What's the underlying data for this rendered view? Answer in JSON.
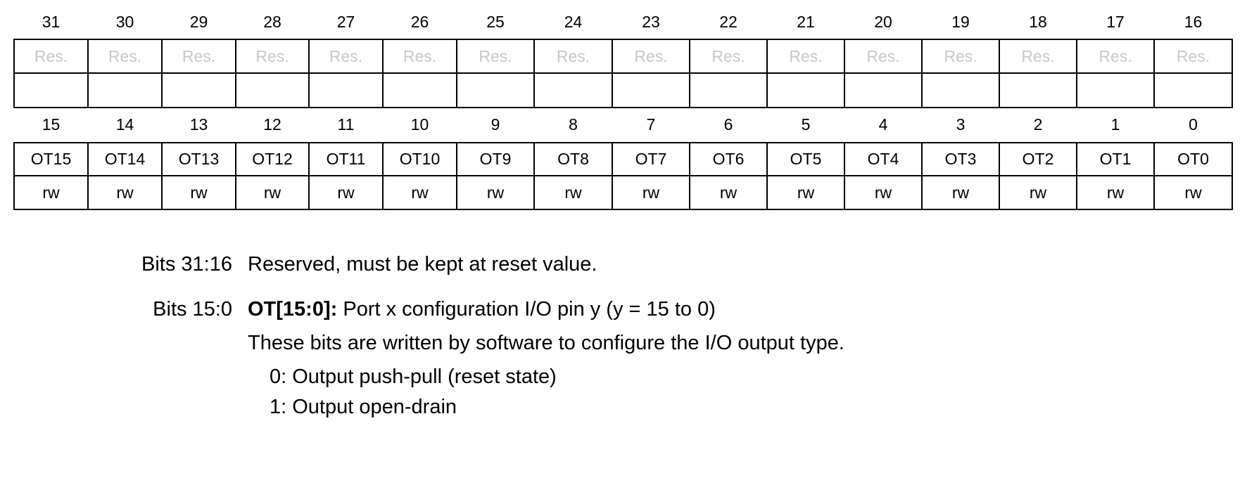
{
  "register": {
    "upper": {
      "bits": [
        "31",
        "30",
        "29",
        "28",
        "27",
        "26",
        "25",
        "24",
        "23",
        "22",
        "21",
        "20",
        "19",
        "18",
        "17",
        "16"
      ],
      "fields": [
        "Res.",
        "Res.",
        "Res.",
        "Res.",
        "Res.",
        "Res.",
        "Res.",
        "Res.",
        "Res.",
        "Res.",
        "Res.",
        "Res.",
        "Res.",
        "Res.",
        "Res.",
        "Res."
      ],
      "access": [
        "",
        "",
        "",
        "",
        "",
        "",
        "",
        "",
        "",
        "",
        "",
        "",
        "",
        "",
        "",
        ""
      ]
    },
    "lower": {
      "bits": [
        "15",
        "14",
        "13",
        "12",
        "11",
        "10",
        "9",
        "8",
        "7",
        "6",
        "5",
        "4",
        "3",
        "2",
        "1",
        "0"
      ],
      "fields": [
        "OT15",
        "OT14",
        "OT13",
        "OT12",
        "OT11",
        "OT10",
        "OT9",
        "OT8",
        "OT7",
        "OT6",
        "OT5",
        "OT4",
        "OT3",
        "OT2",
        "OT1",
        "OT0"
      ],
      "access": [
        "rw",
        "rw",
        "rw",
        "rw",
        "rw",
        "rw",
        "rw",
        "rw",
        "rw",
        "rw",
        "rw",
        "rw",
        "rw",
        "rw",
        "rw",
        "rw"
      ]
    }
  },
  "descriptions": {
    "reserved": {
      "bits_label": "Bits 31:16",
      "text": "Reserved, must be kept at reset value."
    },
    "ot": {
      "bits_label": "Bits 15:0",
      "field_name": "OT[15:0]:",
      "summary": " Port x configuration I/O pin y (y = 15 to 0)",
      "detail": "These bits are written by software to configure the I/O output type.",
      "option_0": "0: Output push-pull (reset state)",
      "option_1": "1: Output open-drain"
    }
  }
}
